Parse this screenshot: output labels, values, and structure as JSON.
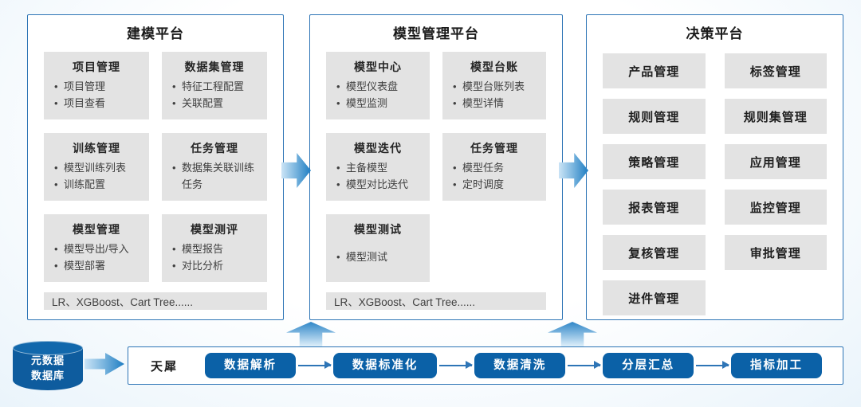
{
  "panels": [
    {
      "id": "modeling-platform",
      "title": "建模平台",
      "cards": [
        {
          "title": "项目管理",
          "items": [
            "项目管理",
            "项目查看"
          ]
        },
        {
          "title": "数据集管理",
          "items": [
            "特征工程配置",
            "关联配置"
          ]
        },
        {
          "title": "训练管理",
          "items": [
            "模型训练列表",
            "训练配置"
          ]
        },
        {
          "title": "任务管理",
          "items": [
            "数据集关联训练任务"
          ]
        },
        {
          "title": "模型管理",
          "items": [
            "模型导出/导入",
            "模型部署"
          ]
        },
        {
          "title": "模型测评",
          "items": [
            "模型报告",
            "对比分析"
          ]
        }
      ],
      "footer": "LR、XGBoost、Cart Tree......"
    },
    {
      "id": "model-management-platform",
      "title": "模型管理平台",
      "cards": [
        {
          "title": "模型中心",
          "items": [
            "模型仪表盘",
            "模型监测"
          ]
        },
        {
          "title": "模型台账",
          "items": [
            "模型台账列表",
            "模型详情"
          ]
        },
        {
          "title": "模型迭代",
          "items": [
            "主备模型",
            "模型对比迭代"
          ]
        },
        {
          "title": "任务管理",
          "items": [
            "模型任务",
            "定时调度"
          ]
        },
        {
          "title": "模型测试",
          "items": [
            "模型测试"
          ]
        }
      ],
      "footer": "LR、XGBoost、Cart Tree......"
    },
    {
      "id": "decision-platform",
      "title": "决策平台",
      "buttons": [
        "产品管理",
        "标签管理",
        "规则管理",
        "规则集管理",
        "策略管理",
        "应用管理",
        "报表管理",
        "监控管理",
        "复核管理",
        "审批管理",
        "进件管理"
      ]
    }
  ],
  "bottom": {
    "database": {
      "line1": "元数据",
      "line2": "数据库"
    },
    "engine_label": "天犀",
    "pipeline": [
      "数据解析",
      "数据标准化",
      "数据清洗",
      "分层汇总",
      "指标加工"
    ]
  },
  "colors": {
    "panel_border": "#2E75B6",
    "card_gray": "#E3E3E3",
    "pill_blue": "#0B61A7",
    "cylinder_blue": "#0E5C9E",
    "arrow_gradient_light": "#CBE4F6",
    "arrow_gradient_dark": "#1E7DC2"
  }
}
